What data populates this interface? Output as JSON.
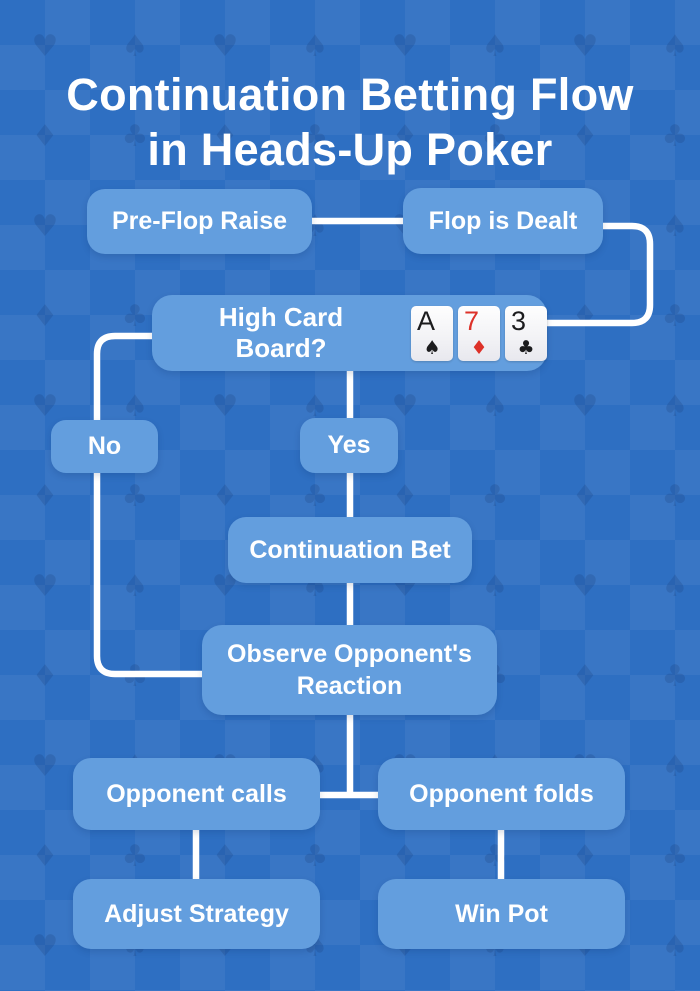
{
  "title": {
    "line1": "Continuation Betting Flow",
    "line2": "in Heads-Up Poker"
  },
  "nodes": {
    "pre_flop_raise": {
      "label": "Pre-Flop Raise"
    },
    "flop_is_dealt": {
      "label": "Flop is Dealt"
    },
    "high_card_board": {
      "label": "High Card Board?"
    },
    "no": {
      "label": "No"
    },
    "yes": {
      "label": "Yes"
    },
    "continuation_bet": {
      "label": "Continuation Bet"
    },
    "observe_reaction": {
      "label": "Observe Opponent's Reaction"
    },
    "opponent_calls": {
      "label": "Opponent calls"
    },
    "opponent_folds": {
      "label": "Opponent folds"
    },
    "adjust_strategy": {
      "label": "Adjust Strategy"
    },
    "win_pot": {
      "label": "Win Pot"
    }
  },
  "flow_edges": [
    "Pre-Flop Raise -> Flop is Dealt",
    "Flop is Dealt -> High Card Board?",
    "High Card Board? -> No",
    "High Card Board? -> Yes",
    "Yes -> Continuation Bet",
    "Continuation Bet -> Observe Opponent's Reaction",
    "No -> Observe Opponent's Reaction",
    "Observe Opponent's Reaction -> Opponent calls",
    "Observe Opponent's Reaction -> Opponent folds",
    "Opponent calls -> Adjust Strategy",
    "Opponent folds -> Win Pot"
  ],
  "cards": [
    {
      "rank": "A",
      "suit": "♠",
      "color": "black"
    },
    {
      "rank": "7",
      "suit": "♦",
      "color": "red"
    },
    {
      "rank": "3",
      "suit": "♣",
      "color": "black"
    }
  ],
  "background_pattern": {
    "suits": [
      "♥",
      "♠",
      "♦",
      "♣"
    ]
  },
  "colors": {
    "background": "#2e6fc2",
    "node_fill": "#639ede",
    "connector": "#ffffff",
    "text": "#ffffff",
    "card_white": "#f3f3f6",
    "card_red": "#dd3129",
    "card_black": "#1c1c1e"
  }
}
